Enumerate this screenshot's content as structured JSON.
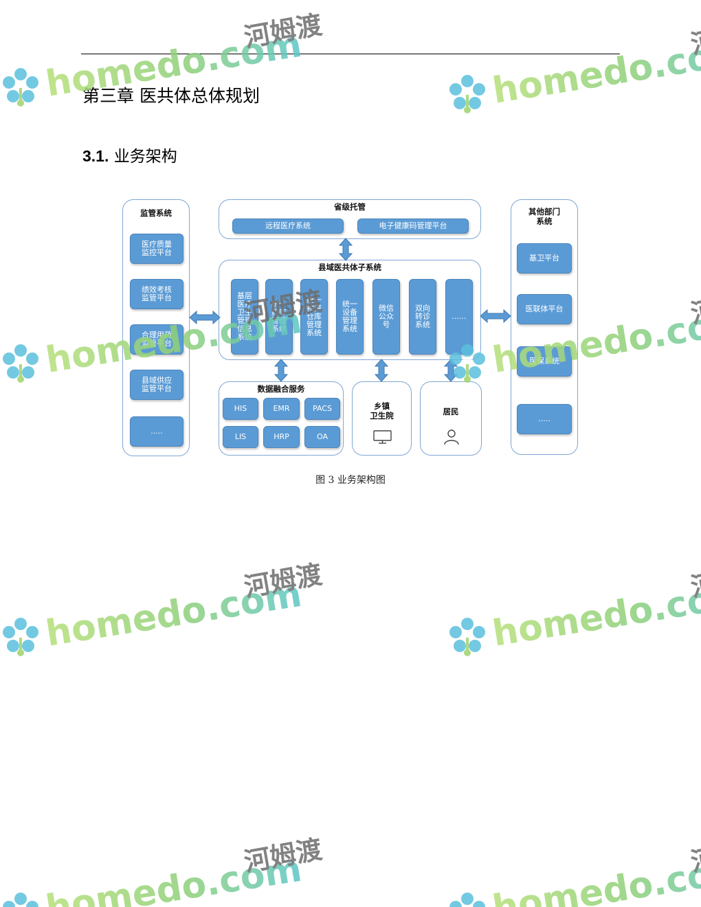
{
  "page": {
    "chapter_title": "第三章  医共体总体规划",
    "section_number": "3.1.",
    "section_title": "业务架构",
    "figure_caption": "图 3  业务架构图"
  },
  "diagram": {
    "supervision": {
      "title": "监管系统",
      "items": [
        "医疗质量\n监控平台",
        "绩效考核\n监管平台",
        "合理用药\n监管平台",
        "县域供应\n监管平台",
        "....."
      ]
    },
    "provincial": {
      "title": "省级托管",
      "items": [
        "远程医疗系统",
        "电子健康码管理平台"
      ]
    },
    "county": {
      "title": "县域医共体子系统",
      "items": [
        "基层\n医疗\n卫生\n管理\n信息\n系统",
        "统一\n药库\n管理\n系统",
        "统一\n物资\n仓库\n管理\n系统",
        "统一\n设备\n管理\n系统",
        "微信\n公众\n号",
        "双向\n转诊\n系统",
        "......"
      ]
    },
    "data_fusion": {
      "title": "数据融合服务",
      "items": [
        "HIS",
        "EMR",
        "PACS",
        "LIS",
        "HRP",
        "OA"
      ]
    },
    "township": {
      "title": "乡镇\n卫生院",
      "icon": "computer-monitor-icon"
    },
    "resident": {
      "title": "居民",
      "icon": "person-icon"
    },
    "other_departments": {
      "title": "其他部门\n系统",
      "items": [
        "基卫平台",
        "医联体平台",
        "医保系统",
        "....."
      ]
    }
  },
  "watermark": {
    "latin": "homedo.com",
    "chinese": "河姆渡",
    "colors": {
      "latin_left": "#a8d87a",
      "latin_right": "#5cc6c8",
      "flower_blue": "#5bc0de",
      "flower_green": "#9fd36b"
    }
  },
  "colors": {
    "box_fill": "#5b9bd5",
    "frame_border": "#7ea6d3"
  }
}
